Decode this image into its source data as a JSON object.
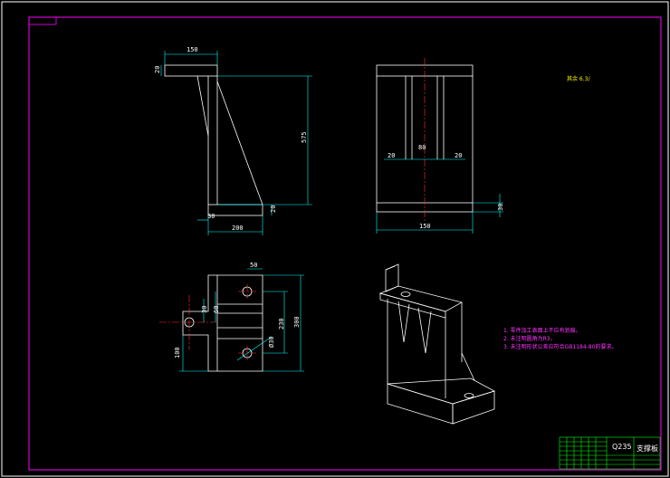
{
  "colors": {
    "background": "#000000",
    "frame": "#ff00ff",
    "geometry": "#ffffff",
    "dimension": "#00ffff",
    "centerline": "#ff3333",
    "notes": "#ff33ff",
    "titleblock": "#00ff00"
  },
  "front_view": {
    "dim_width_top": "150",
    "dim_top_thickness": "20",
    "dim_height": "575",
    "dim_base_width": "200",
    "dim_base_thickness": "20",
    "dim_left_offset": "30"
  },
  "side_view": {
    "dim_slot_width": "80",
    "dim_left_margin": "20",
    "dim_right_margin": "20",
    "dim_overall_width": "150",
    "dim_base_thickness": "30"
  },
  "top_view": {
    "dim_hole_offset": "50",
    "dim_height_a": "230",
    "dim_height_b": "300",
    "dim_hole_dia": "Ø30",
    "dim_left_a": "100",
    "dim_small_a": "30",
    "dim_small_b": "60"
  },
  "roughness_label": "其余 6.3/",
  "notes": [
    "1. 零件加工表面上不应有划痕。",
    "2. 未注明圆角为R3。",
    "3. 未注明形状公差应符合GB1184-80的要求。"
  ],
  "titleblock": {
    "material": "Q235",
    "part_name": "支撑板"
  }
}
